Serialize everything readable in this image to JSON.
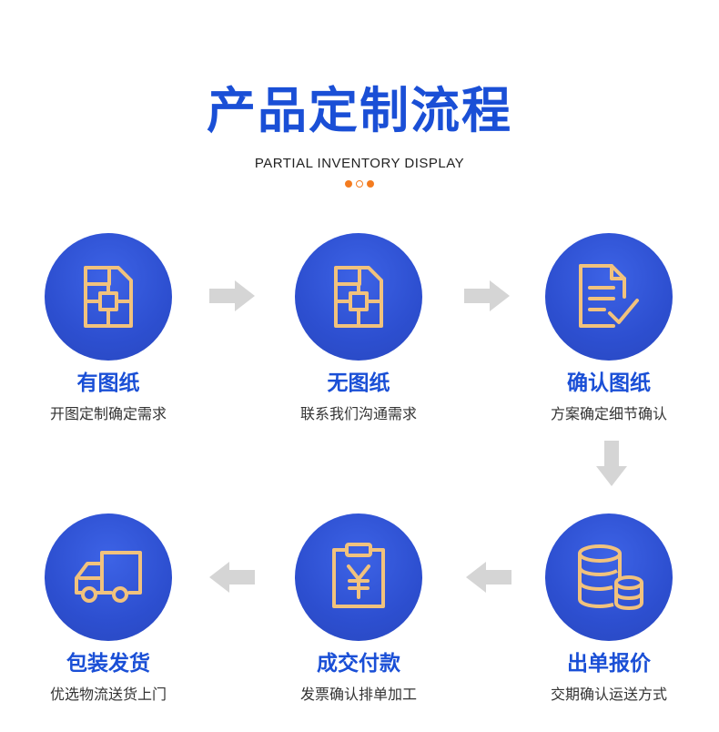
{
  "header": {
    "title": "产品定制流程",
    "subtitle": "PARTIAL INVENTORY DISPLAY"
  },
  "colors": {
    "brand_blue": "#1a4fd6",
    "circle_blue": "#2d4fd0",
    "icon_stroke": "#f1c27d",
    "accent_orange": "#f47c20",
    "arrow_gray": "#d5d5d5"
  },
  "steps": [
    {
      "title": "有图纸",
      "desc": "开图定制确定需求",
      "icon": "blueprint-icon"
    },
    {
      "title": "无图纸",
      "desc": "联系我们沟通需求",
      "icon": "blueprint-icon"
    },
    {
      "title": "确认图纸",
      "desc": "方案确定细节确认",
      "icon": "document-check-icon"
    },
    {
      "title": "出单报价",
      "desc": "交期确认运送方式",
      "icon": "coins-icon"
    },
    {
      "title": "成交付款",
      "desc": "发票确认排单加工",
      "icon": "clipboard-yen-icon"
    },
    {
      "title": "包装发货",
      "desc": "优选物流送货上门",
      "icon": "truck-icon"
    }
  ]
}
